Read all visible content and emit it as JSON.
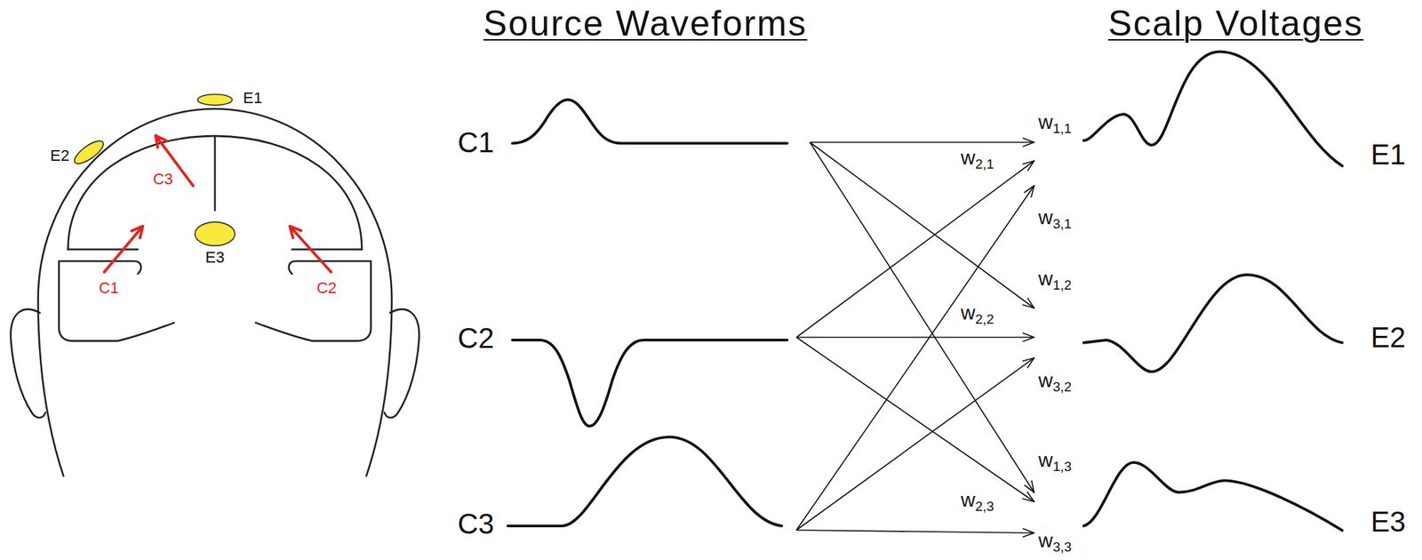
{
  "diagram": {
    "nodes": [
      {
        "text": [
          "C1"
        ]
      },
      {
        "text": [
          "C2"
        ]
      },
      {
        "text": [
          "C3"
        ]
      },
      {
        "text": [
          "E1"
        ]
      },
      {
        "text": [
          "E2"
        ]
      },
      {
        "text": [
          "E3"
        ]
      }
    ],
    "edges": [
      {
        "from": 0,
        "to": 3,
        "label": "w1,1",
        "arrow": "to"
      },
      {
        "from": 1,
        "to": 3,
        "label": "w2,1",
        "arrow": "to"
      },
      {
        "from": 2,
        "to": 3,
        "label": "w3,1",
        "arrow": "to"
      },
      {
        "from": 0,
        "to": 4,
        "label": "w1,2",
        "arrow": "to"
      },
      {
        "from": 1,
        "to": 4,
        "label": "w2,2",
        "arrow": "to"
      },
      {
        "from": 2,
        "to": 4,
        "label": "w3,2",
        "arrow": "to"
      },
      {
        "from": 0,
        "to": 5,
        "label": "w1,3",
        "arrow": "to"
      },
      {
        "from": 1,
        "to": 5,
        "label": "w2,3",
        "arrow": "to"
      },
      {
        "from": 2,
        "to": 5,
        "label": "w3,3",
        "arrow": "to"
      }
    ],
    "labels": [
      "Source Waveforms",
      "Scalp Voltages",
      "E1",
      "E2",
      "C3",
      "E3",
      "C1",
      "C2"
    ]
  }
}
